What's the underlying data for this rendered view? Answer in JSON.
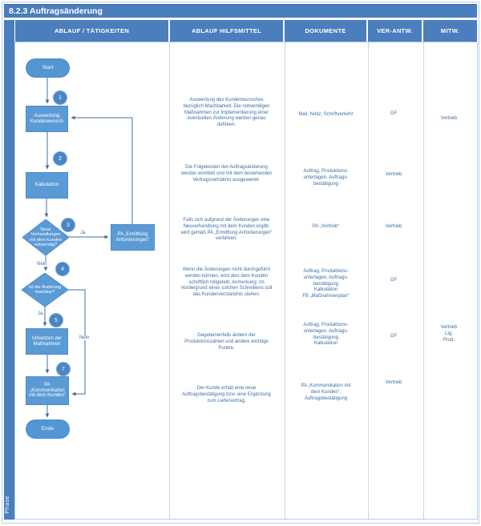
{
  "title": "8.2.3 Auftragsänderung",
  "phase_label": "Phase",
  "header": {
    "columns": {
      "taetigkeiten": "ABLAUF / TÄTIGKEITEN",
      "hilfsmittel": "ABLAUF HILFSMITTEL",
      "dokumente": "DOKUMENTE",
      "verantw": "VER-ANTW.",
      "mitw": "MITW."
    }
  },
  "flowchart": {
    "start_label": "Start",
    "end_label": "Ende",
    "steps": {
      "auswertung": {
        "number": "1",
        "label": "Auswertung\nKundenwunsch"
      },
      "kalkulation": {
        "number": "2",
        "label": "Kalkulation"
      },
      "neue_verhandlungen": {
        "number": "3",
        "label": "Neue\nVerhandlungen\nmit dem Kunden\nnotwendig?"
      },
      "ermittlung_anforderungen": {
        "label": "PA „Ermittlung\nAnforderungen“"
      },
      "aenderung_machbar": {
        "number": "4",
        "label": "Ist die Änderung\nmachbar?"
      },
      "umsetzen": {
        "number": "5",
        "label": "Umsetzen der\nMaßnahmen"
      },
      "kommunikation": {
        "number": "7",
        "label": "PA „Kommunikation\nmit dem Kunden“"
      }
    },
    "edge_labels": {
      "ja": "Ja",
      "nein": "Nein"
    }
  },
  "rows": [
    {
      "hilfsmittel": "Auswertung des Kundenwunsches bezüglich Machbarkeit. Die notwendigen Maßnahmen zur Implementierung einer eventuellen Änderung werden genau definiert.",
      "dokumente": "Mail, Notiz, Schriftverkehr",
      "verantw": "GF",
      "mitw": "Vertrieb"
    },
    {
      "hilfsmittel": "Die Folgekosten der Auftragsänderung werden ermittelt und mit dem bestehenden Vertragsverhältnis ausgewertet.",
      "dokumente": "Auftrag, Produktions-\nunterlagen, Auftrags-\nbestätigung",
      "verantw": "Vertrieb",
      "mitw": ""
    },
    {
      "hilfsmittel": "Falls sich aufgrund der Änderungen eine Neuverhandlung mit dem Kunden ergibt, wird gemäß PA „Ermittlung Anforderungen“ verfahren.",
      "dokumente": "PA „Vertrieb“",
      "verantw": "Vertrieb",
      "mitw": ""
    },
    {
      "hilfsmittel": "Wenn die Änderungen nicht durchgeführt werden können, wird dies dem Kunden schriftlich mitgeteilt. Anmerkung: Im Vordergrund eines solchen Schreibens soll das Kundenverständnis stehen.",
      "dokumente": "Auftrag, Produktions-\nunterlagen, Auftrags-\nbestätigung\nKalkulation\nFB „Maßnahmenplan“",
      "verantw": "GF",
      "mitw": ""
    },
    {
      "hilfsmittel": "Gegebenenfalls ändern der Produktionszahlen und andere wichtige Punkte.",
      "dokumente": "Auftrag, Produktions-\nunterlagen, Auftrags-\nbestätigung\nKalkulation",
      "verantw": "GF",
      "mitw": "Vertrieb\nLtg.\nProd."
    },
    {
      "hilfsmittel": "Der Kunde erhält eine neue Auftragsbestätigung bzw. eine Ergänzung zum Liefervertrag.",
      "dokumente": "PA „Kommunikation mit\ndem Kunden“,\nAuftragsbestätigung",
      "verantw": "Vertrieb",
      "mitw": ""
    }
  ],
  "colors": {
    "header_blue": "#4a7ebc",
    "shape_blue": "#5b9bd5",
    "circle_blue": "#4a86c5",
    "connector_blue": "#41719c",
    "grid_line": "#c3d5ec",
    "body_text": "#3e6da8"
  }
}
